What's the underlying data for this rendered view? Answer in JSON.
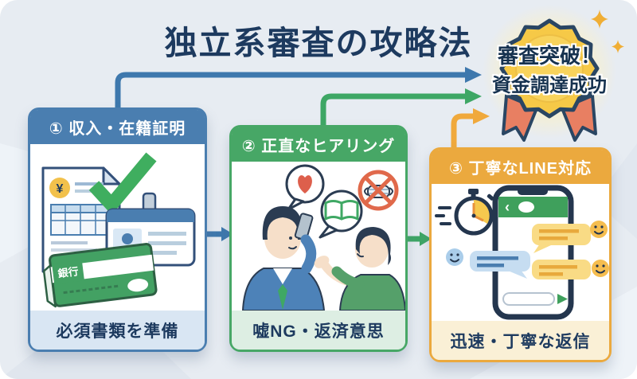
{
  "title": "独立系審査の攻略法",
  "badge": {
    "line1": "審査突破！",
    "line2": "資金調達成功",
    "icons": [
      "gold-medal-icon",
      "ribbon-icon",
      "sparkle-icon"
    ]
  },
  "steps": [
    {
      "header": "① 収入・在籍証明",
      "footer": "必須書類を準備",
      "accent": "#4a7eb0",
      "footer_bg": "#d9e6f3",
      "coin_symbol": "¥",
      "bankbook_label": "銀行",
      "icons": [
        "yen-document-icon",
        "green-checkmark-icon",
        "id-card-icon",
        "bankbook-icon"
      ]
    },
    {
      "header": "② 正直なヒアリング",
      "footer": "嘘NG・返済意思",
      "accent": "#47a766",
      "footer_bg": "#ddeee3",
      "icons": [
        "caller-person-icon",
        "customer-person-icon",
        "heart-speech-bubble-icon",
        "open-book-speech-bubble-icon",
        "no-mask-prohibition-icon"
      ]
    },
    {
      "header": "③ 丁寧なLINE対応",
      "footer": "迅速・丁寧な返信",
      "accent": "#eba93e",
      "footer_bg": "#faf0d6",
      "phone_back": "‹",
      "icons": [
        "stopwatch-icon",
        "smartphone-chat-icon",
        "chat-bubble-icons",
        "smiley-icons"
      ]
    }
  ],
  "arrows": {
    "step1_to_goal": "#3e78ad",
    "step2_to_goal": "#3ea765",
    "step3_to_goal": "#f0a93c",
    "step1_to_step2": "#3e78ad",
    "step2_to_step3": "#3ea765"
  },
  "colors": {
    "background": "#e7ecf2",
    "title_navy": "#1d3a5f",
    "badge_gold": "#f6c947",
    "badge_gold_inner": "#f8d35c",
    "ribbon_coral": "#e87f62",
    "outline_navy": "#2a4663"
  }
}
